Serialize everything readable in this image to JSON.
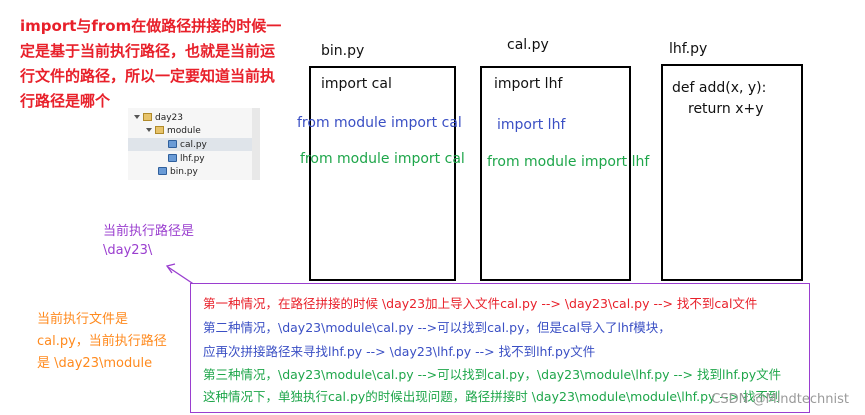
{
  "intro": {
    "lines": [
      "import与from在做路径拼接的时候一",
      "定是基于当前执行路径，也就是当前运",
      "行文件的路径，所以一定要知道当前执",
      "行路径是哪个"
    ]
  },
  "tree": {
    "root": "day23",
    "folder": "module",
    "files_in_module": [
      "cal.py",
      "lhf.py"
    ],
    "file_root": "bin.py"
  },
  "files": {
    "bin": {
      "title": "bin.py",
      "lines": [
        "import cal",
        "from module import cal",
        "from module import cal"
      ]
    },
    "cal": {
      "title": "cal.py",
      "lines": [
        "import lhf",
        "import lhf",
        "from module import lhf"
      ]
    },
    "lhf": {
      "title": "lhf.py",
      "lines": [
        "def add(x, y):",
        "return x+y"
      ]
    }
  },
  "note_purple": {
    "line1": "当前执行路径是",
    "line2": "\\day23\\"
  },
  "note_orange": {
    "line1": "当前执行文件是",
    "line2": "cal.py，当前执行路径",
    "line3": "是 \\day23\\module"
  },
  "cases": [
    "第一种情况，在路径拼接的时候 \\day23加上导入文件cal.py --> \\day23\\cal.py  --> 找不到cal文件",
    "第二种情况，\\day23\\module\\cal.py -->可以找到cal.py，但是cal导入了lhf模块，",
    "应再次拼接路径来寻找lhf.py --> \\day23\\lhf.py --> 找不到lhf.py文件",
    "第三种情况，\\day23\\module\\cal.py -->可以找到cal.py，\\day23\\module\\lhf.py --> 找到lhf.py文件",
    "这种情况下，单独执行cal.py的时候出现问题，路径拼接时 \\day23\\module\\module\\lhf.py --> 找不到"
  ],
  "watermark": "CSDN @Mindtechnist",
  "colors": {
    "red": "#e8202a",
    "blue": "#3a4fc4",
    "green": "#1ea64a",
    "orange": "#ff8a1e",
    "purple": "#9a3ecf"
  }
}
